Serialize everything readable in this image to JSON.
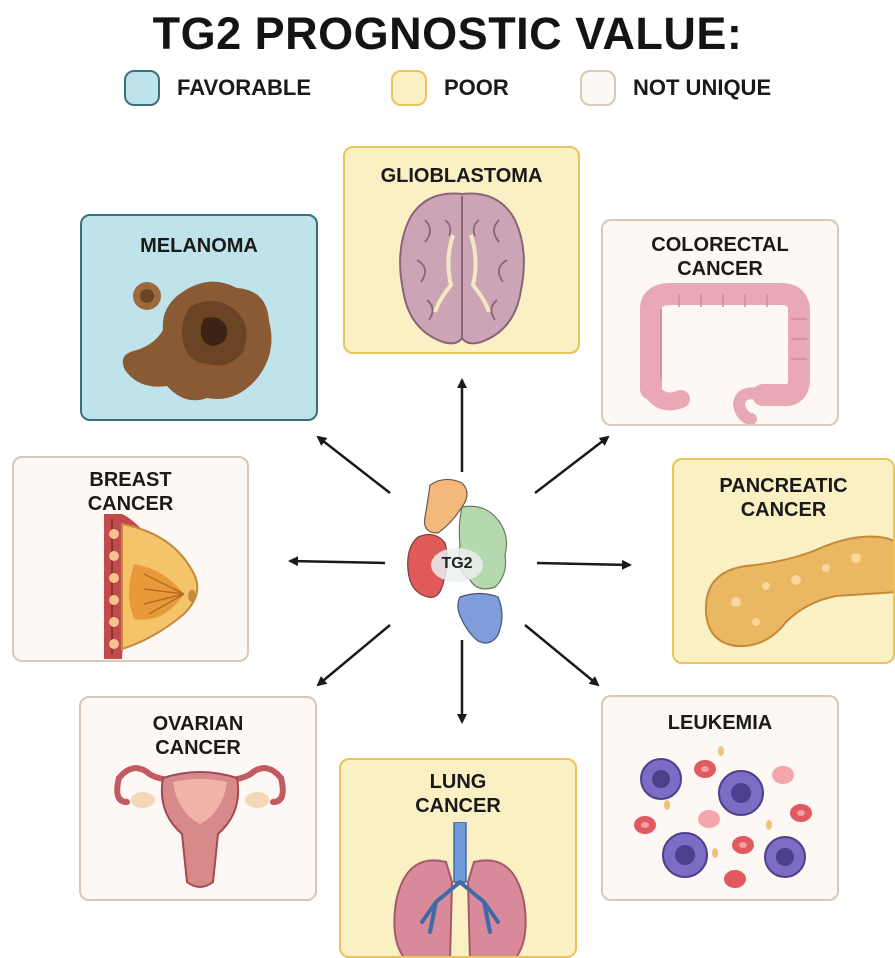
{
  "title": "TG2 PROGNOSTIC VALUE:",
  "legend": [
    {
      "label": "FAVORABLE",
      "color": "#bfe3ea",
      "border": "#3b6f7c"
    },
    {
      "label": "POOR",
      "color": "#fbefc4",
      "border": "#e9c45a"
    },
    {
      "label": "NOT UNIQUE",
      "color": "#fdf8f3",
      "border": "#d8c8b5"
    }
  ],
  "center": {
    "label": "TG2",
    "domain_colors": [
      "#f0b57a",
      "#a9d3a4",
      "#e05a5a",
      "#7c9bd8"
    ]
  },
  "cards": {
    "glioblastoma": {
      "label": "GLIOBLASTOMA",
      "category": "POOR",
      "icon": "brain-icon"
    },
    "melanoma": {
      "label": "MELANOMA",
      "category": "FAVORABLE",
      "icon": "melanoma-lesion-icon"
    },
    "colorectal": {
      "label": "COLORECTAL\nCANCER",
      "category": "NOT UNIQUE",
      "icon": "colon-icon"
    },
    "breast": {
      "label": "BREAST\nCANCER",
      "category": "NOT UNIQUE",
      "icon": "breast-icon"
    },
    "pancreatic": {
      "label": "PANCREATIC\nCANCER",
      "category": "POOR",
      "icon": "pancreas-icon"
    },
    "ovarian": {
      "label": "OVARIAN\nCANCER",
      "category": "NOT UNIQUE",
      "icon": "uterus-ovaries-icon"
    },
    "lung": {
      "label": "LUNG\nCANCER",
      "category": "POOR",
      "icon": "lungs-icon"
    },
    "leukemia": {
      "label": "LEUKEMIA",
      "category": "NOT UNIQUE",
      "icon": "blood-cells-icon"
    }
  }
}
